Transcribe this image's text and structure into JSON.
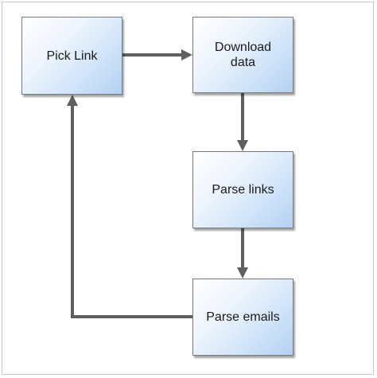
{
  "nodes": {
    "pick_link": "Pick Link",
    "download_data": "Download data",
    "parse_links": "Parse links",
    "parse_emails": "Parse emails"
  },
  "edges": [
    {
      "from": "pick_link",
      "to": "download_data"
    },
    {
      "from": "download_data",
      "to": "parse_links"
    },
    {
      "from": "parse_links",
      "to": "parse_emails"
    },
    {
      "from": "parse_emails",
      "to": "pick_link"
    }
  ],
  "colors": {
    "arrow": "#5f5f5f",
    "node_border": "#7a7a7a",
    "node_fill_start": "#ffffff",
    "node_fill_end": "#b3d1f2"
  }
}
